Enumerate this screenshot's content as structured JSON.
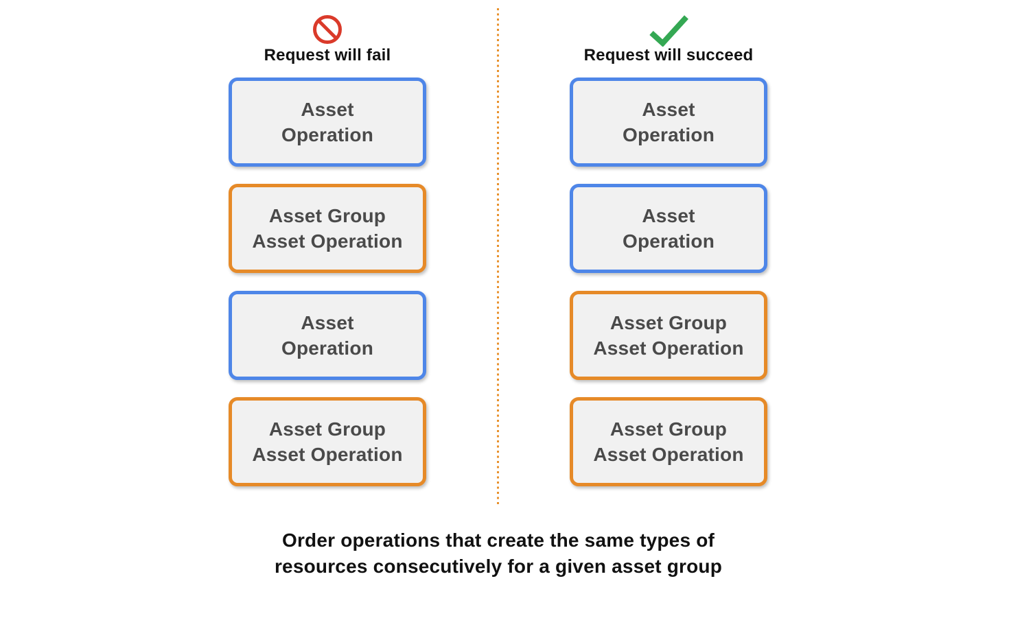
{
  "colors": {
    "background": "#ffffff",
    "box_fill": "#f1f1f1",
    "box_text": "#4a4a4a",
    "blue_border": "#4e86e8",
    "orange_border": "#e68a28",
    "fail_red": "#da3a2a",
    "success_green": "#34a853",
    "divider_orange": "#e8912c",
    "heading_text": "#111111"
  },
  "fail_column": {
    "title": "Request will fail",
    "icon": "prohibited-icon",
    "boxes": [
      {
        "line1": "Asset",
        "line2": "Operation",
        "style": "blue"
      },
      {
        "line1": "Asset Group",
        "line2": "Asset Operation",
        "style": "orange"
      },
      {
        "line1": "Asset",
        "line2": "Operation",
        "style": "blue"
      },
      {
        "line1": "Asset Group",
        "line2": "Asset Operation",
        "style": "orange"
      }
    ]
  },
  "succeed_column": {
    "title": "Request will succeed",
    "icon": "checkmark-icon",
    "boxes": [
      {
        "line1": "Asset",
        "line2": "Operation",
        "style": "blue"
      },
      {
        "line1": "Asset",
        "line2": "Operation",
        "style": "blue"
      },
      {
        "line1": "Asset Group",
        "line2": "Asset Operation",
        "style": "orange"
      },
      {
        "line1": "Asset Group",
        "line2": "Asset Operation",
        "style": "orange"
      }
    ]
  },
  "caption": {
    "line1": "Order operations that create the same types of",
    "line2": "resources consecutively for a given asset group"
  }
}
